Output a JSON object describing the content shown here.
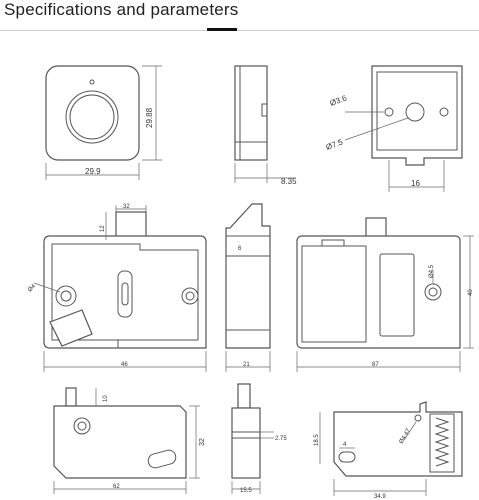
{
  "title": "Specifications and parameters",
  "views": {
    "front": {
      "width": "29.9",
      "height": "29.88"
    },
    "side": {
      "depth": "8.35"
    },
    "back": {
      "hole_small": "Ø3.6",
      "hole_large": "Ø7.5",
      "spacing": "16"
    },
    "lock_front": {
      "tab_width": "32",
      "tab_height": "12",
      "hole": "Ø4",
      "offset": "46"
    },
    "lock_side": {
      "small": "6",
      "depth": "21"
    },
    "lock_back": {
      "hole": "Ø4.5",
      "height": "40",
      "width": "87"
    },
    "small_front": {
      "pin": "10",
      "height": "32",
      "width": "62"
    },
    "small_side": {
      "gap": "2.75",
      "width": "15.5"
    },
    "small_iso": {
      "height": "18.5",
      "slot": "4",
      "hole": "Ø4.47",
      "width": "34.9"
    }
  }
}
